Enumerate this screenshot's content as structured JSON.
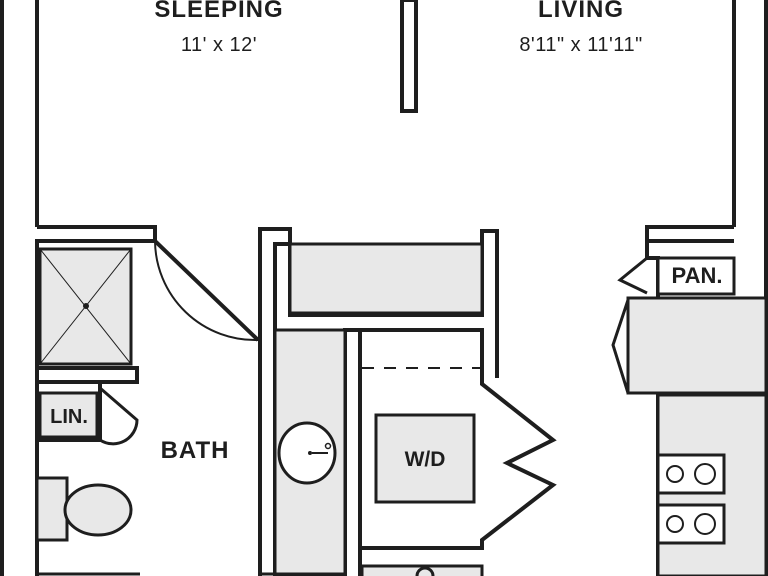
{
  "rooms": {
    "sleeping": {
      "name": "SLEEPING",
      "dims": "11' x 12'"
    },
    "living": {
      "name": "LIVING",
      "dims": "8'11\" x 11'11\""
    },
    "bath": {
      "name": "BATH"
    }
  },
  "labels": {
    "wd": "W/D",
    "linen": "LIN.",
    "pantry": "PAN."
  },
  "colors": {
    "wall": "#1e1e1e",
    "fixture_fill": "#e8e8e8",
    "background": "#ffffff"
  }
}
